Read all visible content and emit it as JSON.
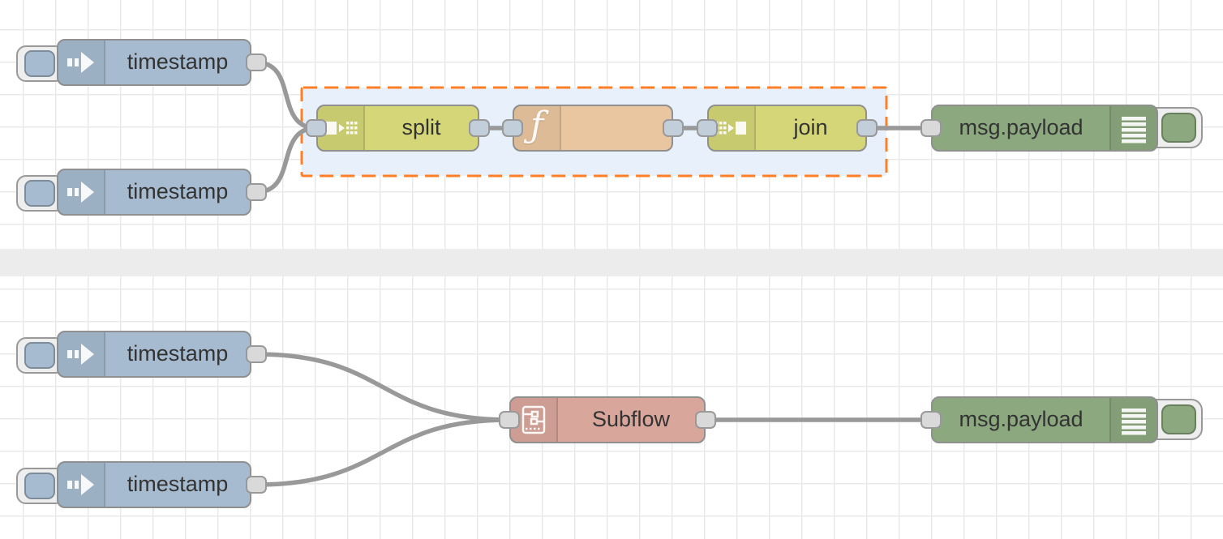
{
  "nodes": {
    "inject1": {
      "label": "timestamp",
      "type": "inject",
      "color": "#a6bbcf",
      "icon": "inject-arrow-icon"
    },
    "inject2": {
      "label": "timestamp",
      "type": "inject",
      "color": "#a6bbcf",
      "icon": "inject-arrow-icon"
    },
    "split": {
      "label": "split",
      "type": "split",
      "color": "#d4d677",
      "icon": "split-icon"
    },
    "function": {
      "label": "",
      "type": "function",
      "color": "#eac6a0",
      "icon": "function-f-icon"
    },
    "join": {
      "label": "join",
      "type": "join",
      "color": "#d4d677",
      "icon": "join-icon"
    },
    "debug1": {
      "label": "msg.payload",
      "type": "debug",
      "color": "#8ca87f",
      "icon": "debug-list-icon"
    },
    "inject3": {
      "label": "timestamp",
      "type": "inject",
      "color": "#a6bbcf",
      "icon": "inject-arrow-icon"
    },
    "inject4": {
      "label": "timestamp",
      "type": "inject",
      "color": "#a6bbcf",
      "icon": "inject-arrow-icon"
    },
    "subflow": {
      "label": "Subflow",
      "type": "subflow",
      "color": "#d9a69b",
      "icon": "subflow-icon"
    },
    "debug2": {
      "label": "msg.payload",
      "type": "debug",
      "color": "#8ca87f",
      "icon": "debug-list-icon"
    }
  },
  "selection": {
    "fill_color": "#e7f0fb",
    "border_color": "#ff7f27",
    "contains": [
      "split",
      "function",
      "join"
    ]
  },
  "connections": [
    {
      "from": "inject1",
      "to": "split"
    },
    {
      "from": "inject2",
      "to": "split"
    },
    {
      "from": "split",
      "to": "function"
    },
    {
      "from": "function",
      "to": "join"
    },
    {
      "from": "join",
      "to": "debug1"
    },
    {
      "from": "inject3",
      "to": "subflow"
    },
    {
      "from": "inject4",
      "to": "subflow"
    },
    {
      "from": "subflow",
      "to": "debug2"
    }
  ],
  "canvas": {
    "wire_color": "#999999",
    "grid_line_color": "#e9e9e9",
    "divider_color": "#ececec"
  }
}
